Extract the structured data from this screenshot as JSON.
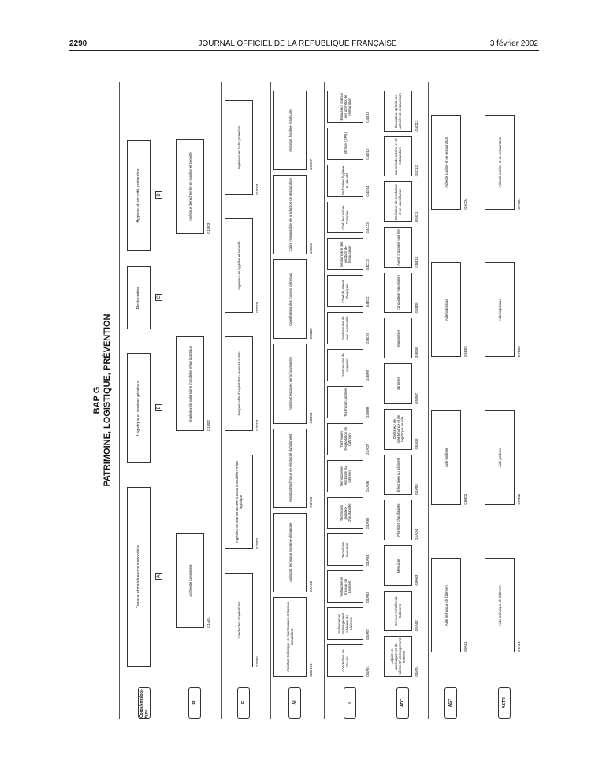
{
  "header": {
    "page_number": "2290",
    "journal": "JOURNAL OFFICIEL DE LA RÉPUBLIQUE FRANÇAISE",
    "date": "3 février 2002"
  },
  "title": {
    "bap": "BAP G",
    "subtitle": "PATRIMOINE, LOGISTIQUE, PRÉVENTION"
  },
  "columns": [
    {
      "letter": "A",
      "label": "Travaux et maintenance immobilière"
    },
    {
      "letter": "B",
      "label": "Logistique et services généraux"
    },
    {
      "letter": "C",
      "label": "Restauration"
    },
    {
      "letter": "D",
      "label": "Hygiène et sécurité/ prévention"
    }
  ],
  "rows": [
    {
      "label": "Corps/emplois-type",
      "boxes": []
    },
    {
      "label": "IR",
      "boxes": [
        {
          "text": "Architecte concepteur",
          "code": "G1A01"
        },
        {
          "text": "Ingénieur de patrimoine immobilier et/ou logistique",
          "code": "G1B02"
        },
        {
          "text": "Ingénieur de recherche en hygiène et sécurité",
          "code": "G1D03"
        }
      ]
    },
    {
      "label": "IE",
      "boxes": [
        {
          "text": "Conducteur d'opérations",
          "code": "G2D01"
        },
        {
          "text": "Ingénieur en maintenance et travaux immobiliers et/ou logistique",
          "code": "G2B02"
        },
        {
          "text": "Responsable d'exploitation de restauration",
          "code": "G2C03"
        },
        {
          "text": "Ingénieur en hygiène et sécurité",
          "code": "G2D04"
        },
        {
          "text": "Ingénieur en radio protection",
          "code": "G2D05"
        }
      ]
    },
    {
      "label": "AI",
      "boxes": [
        {
          "text": "Assistant technique en maintenance et travaux immobiliers",
          "code": "G3D101"
        },
        {
          "text": "Assistant technique en génie climatique",
          "code": "G3A02"
        },
        {
          "text": "Assistant technique en électricité du bâtiment",
          "code": "G3A03"
        },
        {
          "text": "Assistant espaces verts/ paysagiste",
          "code": "G3B04"
        },
        {
          "text": "Coordinateur des moyens généraux",
          "code": "G3B05"
        },
        {
          "text": "Cadre responsable de production de restauration",
          "code": "G3C06"
        },
        {
          "text": "Assistant hygiène et sécurité",
          "code": "G3D07"
        }
      ]
    },
    {
      "label": "T",
      "boxes": [
        {
          "text": "Conducteur de travaux",
          "code": "G4A01"
        },
        {
          "text": "Technicien en aménagement intérieur du bâtiment",
          "code": "G4A02"
        },
        {
          "text": "Technicien en travaux de bâtiment",
          "code": "G4A03"
        },
        {
          "text": "Technicien menuisier",
          "code": "G4A04"
        },
        {
          "text": "Technicien plombier chauffagiste",
          "code": "G4A05"
        },
        {
          "text": "Technicien en électricité du bâtiment",
          "code": "G4A06"
        },
        {
          "text": "Technicien d'exploitation en bâtiment",
          "code": "G4A07"
        },
        {
          "text": "Technicien jardinier",
          "code": "G4B08"
        },
        {
          "text": "Gestionnaire de magasin",
          "code": "G4B09"
        },
        {
          "text": "Gestionnaire de parc automobile",
          "code": "G4B10"
        },
        {
          "text": "Chef de site et d'équipes",
          "code": "G4B11"
        },
        {
          "text": "Gestionnaire des produits de restauration",
          "code": "G4C12"
        },
        {
          "text": "Chef de cuisine-Cuisinier",
          "code": "G4C13"
        },
        {
          "text": "Technicien hygiène et sécurité",
          "code": "G4D14"
        },
        {
          "text": "Infirmier (SPS)",
          "code": "G4D15"
        },
        {
          "text": "Educateur spécial des activités de restauration",
          "code": "G4D16"
        }
      ]
    },
    {
      "label": "ADT",
      "boxes": [
        {
          "text": "Adjoint en aménagement du bâtiment/ aménagement intérieur",
          "code": "G5A01"
        },
        {
          "text": "Serveur métallier du bâtiment",
          "code": "G5A02"
        },
        {
          "text": "Menuisier",
          "code": "G5A03"
        },
        {
          "text": "Plombier chauffagiste",
          "code": "G5A04"
        },
        {
          "text": "Électricien du bâtiment",
          "code": "G5A05"
        },
        {
          "text": "Opérateur de maintenance et de logistique de site",
          "code": "G5A06"
        },
        {
          "text": "Jardinier",
          "code": "G5B07"
        },
        {
          "text": "Magasinier",
          "code": "G5B08"
        },
        {
          "text": "Conducteur mécanicien",
          "code": "G5B09"
        },
        {
          "text": "Agent d'accueil/ courrier",
          "code": "G5B10"
        },
        {
          "text": "Opérateur de production et de surveillance",
          "code": "G5B11"
        },
        {
          "text": "Commis de cuisine et de restauration",
          "code": "G5C12"
        },
        {
          "text": "Éducateur spécial des activités de restauration",
          "code": "G5D13"
        }
      ]
    },
    {
      "label": "AGT",
      "boxes": [
        {
          "text": "Aide technique de bâtiment",
          "code": "G6A01"
        },
        {
          "text": "Aide jardinier",
          "code": "G6B02"
        },
        {
          "text": "Aide logistique",
          "code": "G6B03"
        },
        {
          "text": "Aide de cuisine et de restauration",
          "code": "G6C04"
        }
      ]
    },
    {
      "label": "ASTR",
      "boxes": [
        {
          "text": "Aide technique de bâtiment",
          "code": "G7A01"
        },
        {
          "text": "Aide jardinier",
          "code": "G7B02"
        },
        {
          "text": "Aide logistique",
          "code": "G7B03"
        },
        {
          "text": "Aide de cuisine et de restauration",
          "code": "G7C04"
        }
      ]
    }
  ]
}
